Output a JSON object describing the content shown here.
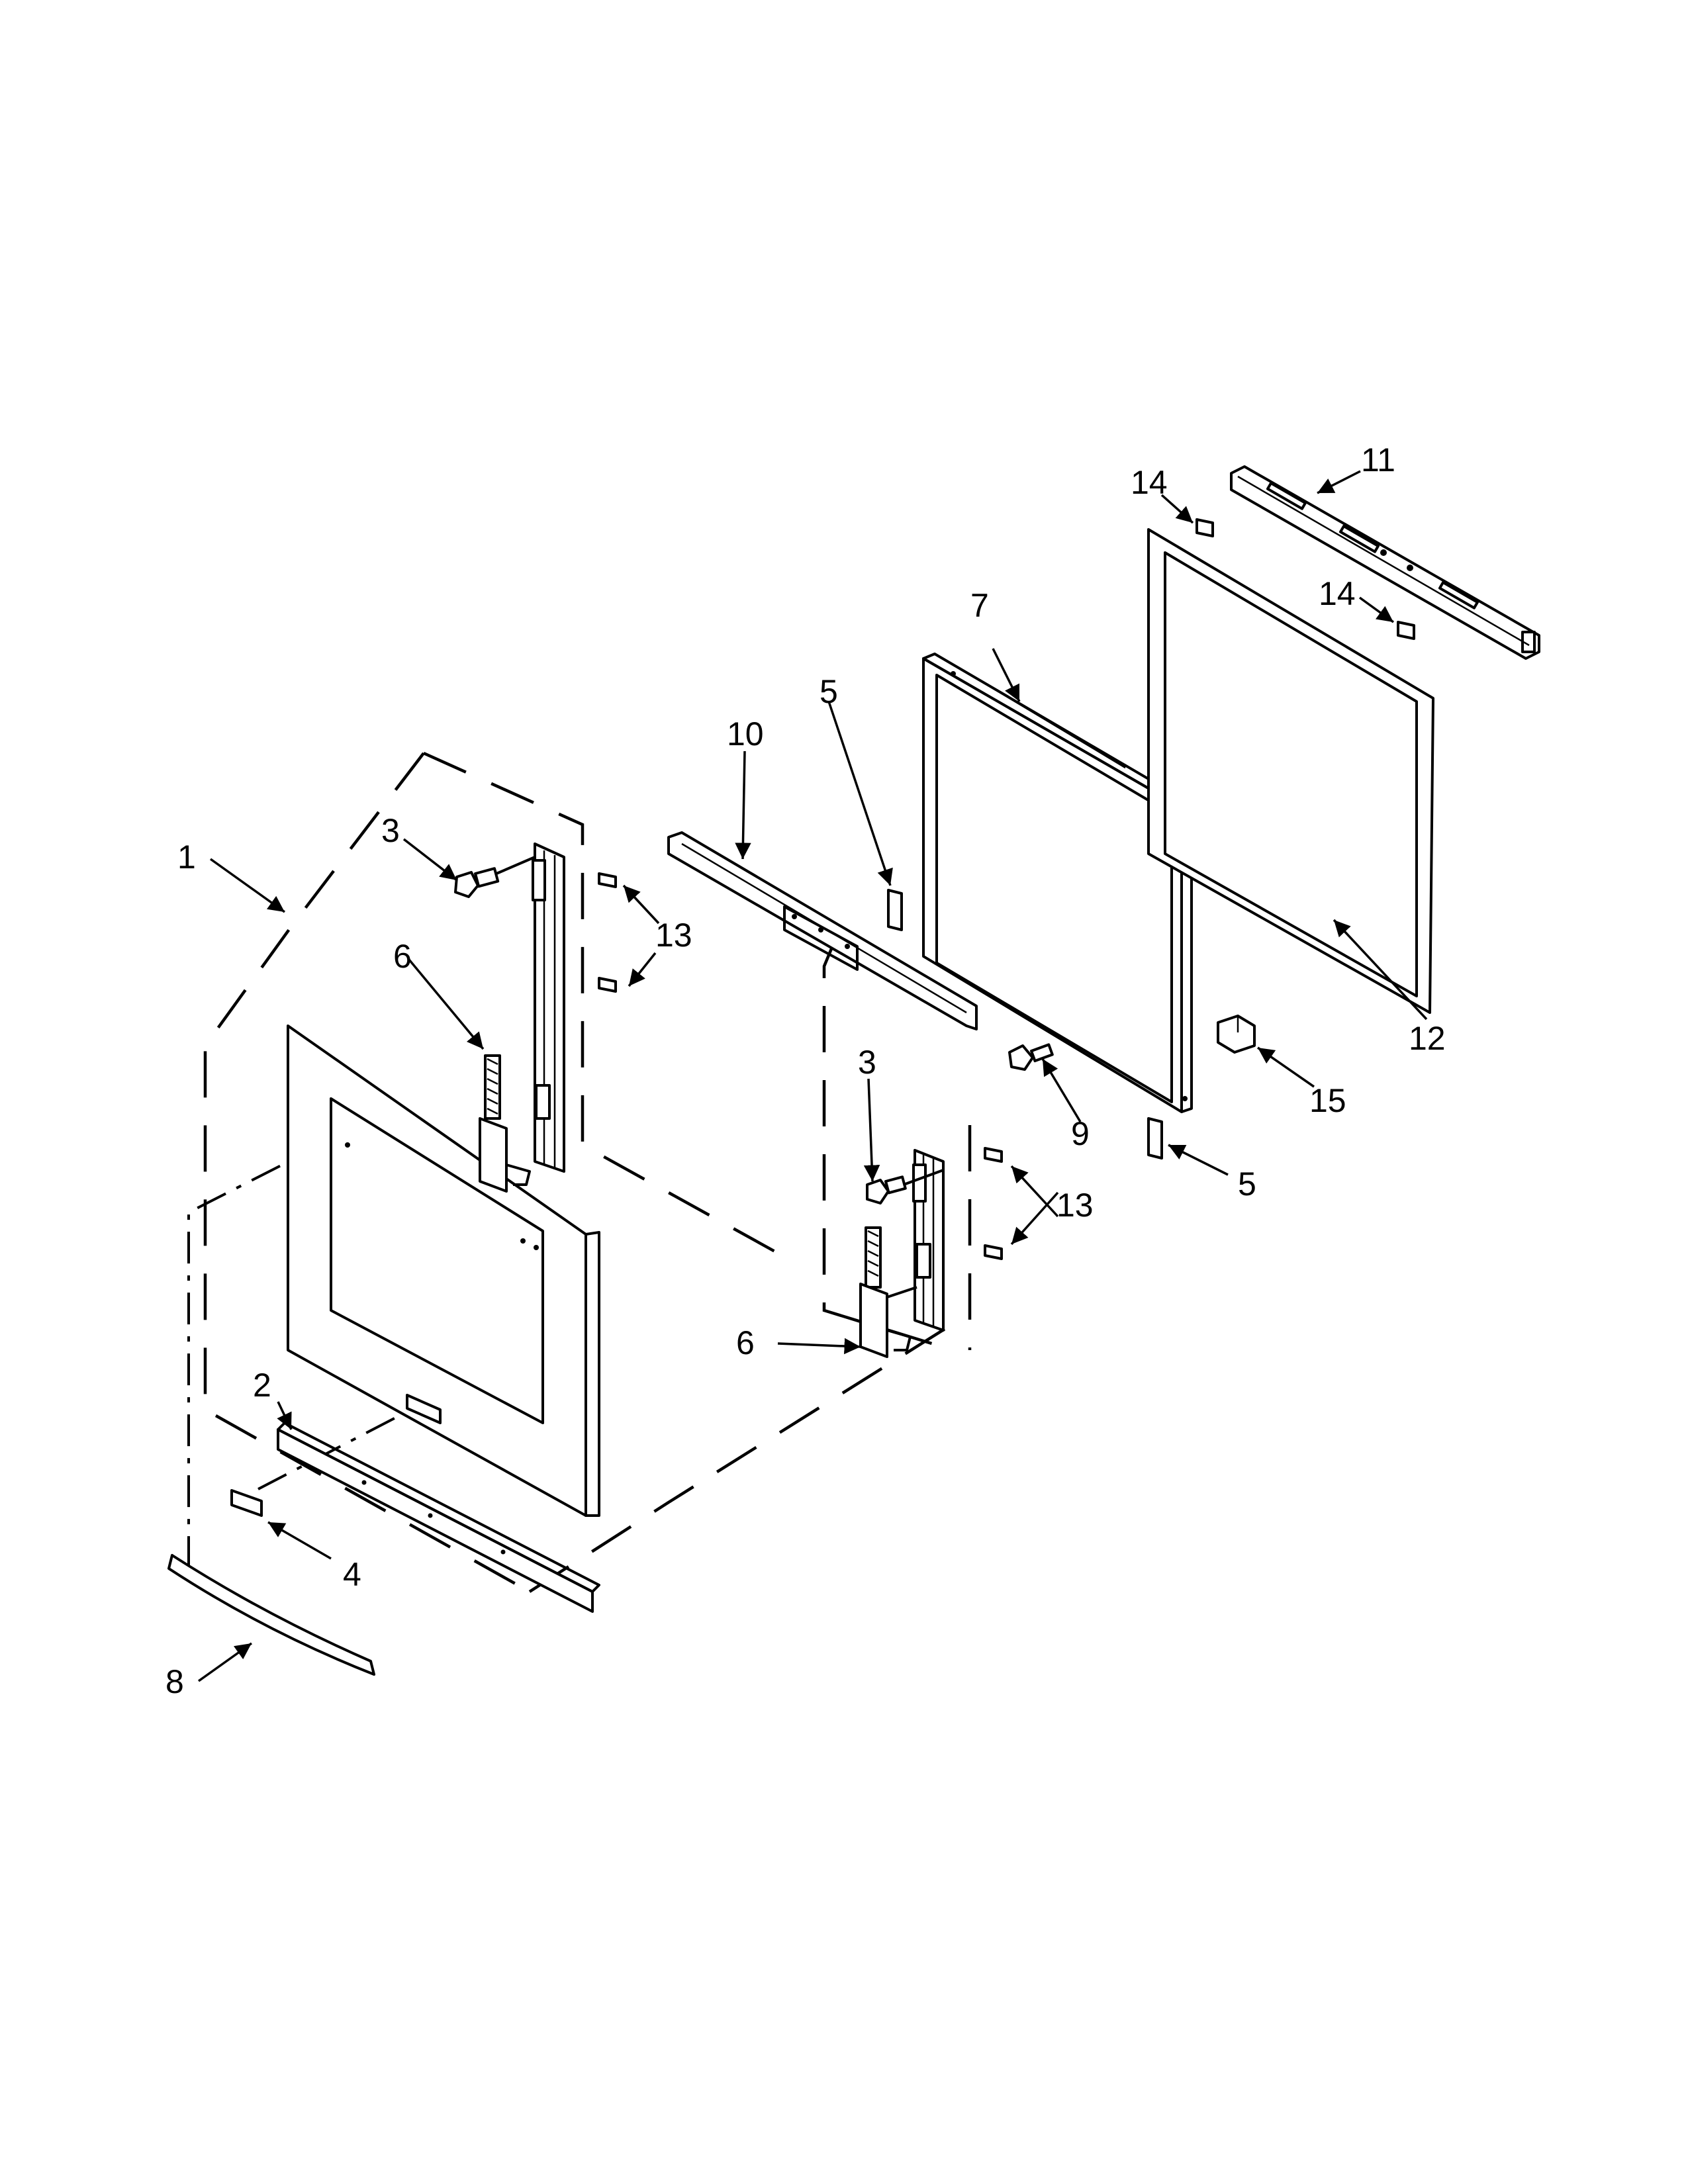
{
  "diagram": {
    "callouts": [
      "1",
      "2",
      "3",
      "3",
      "4",
      "5",
      "5",
      "6",
      "6",
      "7",
      "8",
      "9",
      "10",
      "11",
      "12",
      "13",
      "13",
      "14",
      "14",
      "15"
    ]
  }
}
